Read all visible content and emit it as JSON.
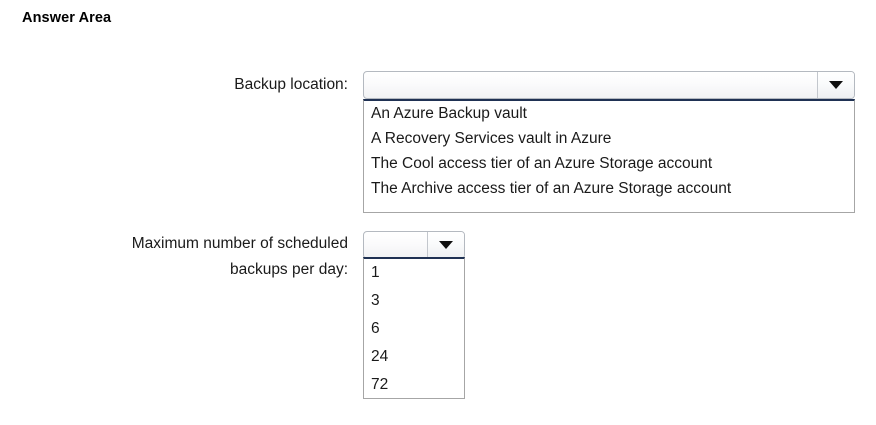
{
  "page": {
    "title": "Answer Area",
    "background_color": "#ffffff",
    "text_color": "#1a1a1a"
  },
  "fields": [
    {
      "id": "backup-location",
      "label_lines": [
        "Backup location:"
      ],
      "control": "combobox",
      "state": "open",
      "selected_value": "",
      "placeholder": "",
      "arrow_icon": "chevron-down-icon",
      "options": [
        "An Azure Backup vault",
        "A Recovery Services vault in Azure",
        "The Cool access tier of an Azure Storage account",
        "The Archive access tier of an Azure Storage account"
      ]
    },
    {
      "id": "max-scheduled-backups-per-day",
      "label_lines": [
        "Maximum number of scheduled",
        "backups per day:"
      ],
      "control": "combobox",
      "state": "open",
      "selected_value": "",
      "placeholder": "",
      "arrow_icon": "chevron-down-icon",
      "options": [
        "1",
        "3",
        "6",
        "24",
        "72"
      ]
    }
  ],
  "colors": {
    "list_border": "#a6a6a6",
    "list_top_accent": "#1f3153",
    "combo_border": "#b4b9c0",
    "arrow": "#101010"
  }
}
